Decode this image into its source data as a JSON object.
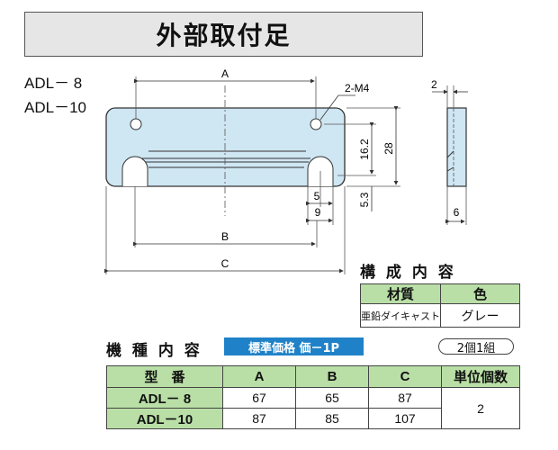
{
  "title": "外部取付足",
  "models_label": [
    "ADL－ 8",
    "ADL－10"
  ],
  "drawing": {
    "dim_A": "A",
    "dim_B": "B",
    "dim_C": "C",
    "hole_label": "2-M4",
    "dim_28": "28",
    "dim_16_2": "16.2",
    "dim_5_3": "5.3",
    "dim_5": "5",
    "dim_9": "9",
    "dim_2": "2",
    "dim_6": "6"
  },
  "composition": {
    "title": "構 成 内 容",
    "headers": [
      "材質",
      "色"
    ],
    "material": "亜鉛ダイキャスト",
    "color": "グレー"
  },
  "models": {
    "title": "機 種 内 容",
    "price_badge": "標準価格 価－1P",
    "pack_badge": "2個1組",
    "headers": [
      "型　番",
      "A",
      "B",
      "C",
      "単位個数"
    ],
    "rows": [
      [
        "ADL－ 8",
        "67",
        "65",
        "87"
      ],
      [
        "ADL－10",
        "87",
        "85",
        "107"
      ]
    ],
    "unit_qty": "2"
  },
  "colors": {
    "part_fill": "#cfe6f3",
    "table_header": "#b9dfa6",
    "badge": "#1f82c8"
  }
}
